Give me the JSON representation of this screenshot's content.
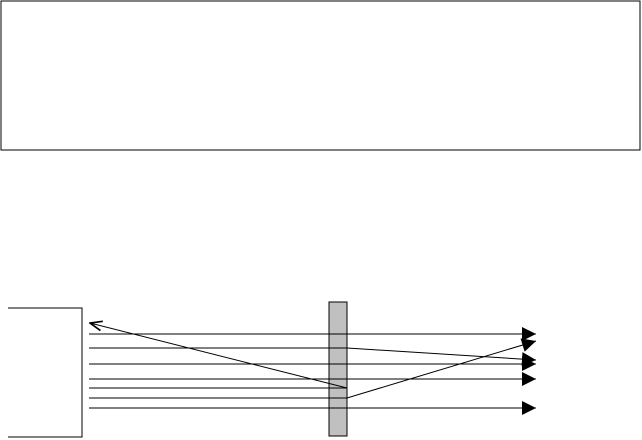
{
  "diagram": {
    "type": "ray-path-schematic",
    "colors": {
      "background": "#ffffff",
      "stroke": "#000000",
      "slab_fill": "#c0c0c0"
    },
    "elements": {
      "top_frame": "empty-rectangle",
      "source_block": "open-bracket",
      "slab": "vertical-gray-bar",
      "rays": [
        "transmitted-straight",
        "deflected-down",
        "transmitted-straight",
        "transmitted-straight",
        "reflected-back",
        "deflected-up",
        "transmitted-straight"
      ]
    },
    "arrowheads": 6
  }
}
